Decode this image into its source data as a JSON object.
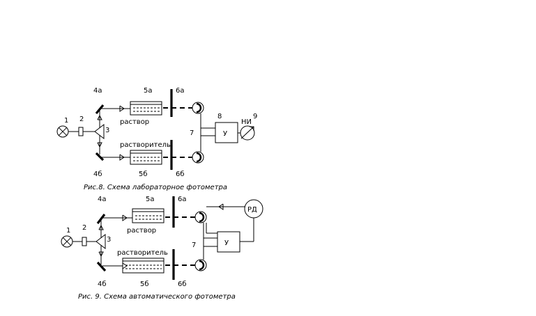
{
  "figure1": {
    "labels": {
      "lamp": "1",
      "filter": "2",
      "prism": "3",
      "mirror_top": "4а",
      "mirror_bottom": "4б",
      "cell_top": "5а",
      "cell_bottom": "5б",
      "diaphragm_top": "6а",
      "diaphragm_bottom": "6б",
      "photocells": "7",
      "amplifier_ref": "8",
      "indicator_ref": "9",
      "amplifier": "У",
      "indicator": "НИ",
      "solution": "раствор",
      "solvent": "растворитель"
    },
    "caption": "Рис.8. Схема лабораторное фотометра"
  },
  "figure2": {
    "labels": {
      "lamp": "1",
      "filter": "2",
      "prism": "3",
      "mirror_top": "4а",
      "mirror_bottom": "4б",
      "cell_top": "5а",
      "cell_bottom": "5б",
      "diaphragm_top": "6а",
      "diaphragm_bottom": "6б",
      "photocells": "7",
      "amplifier": "У",
      "motor": "РД",
      "solution": "раствор",
      "solvent": "растворитель"
    },
    "caption": "Рис. 9. Схема автоматического фотометра"
  }
}
